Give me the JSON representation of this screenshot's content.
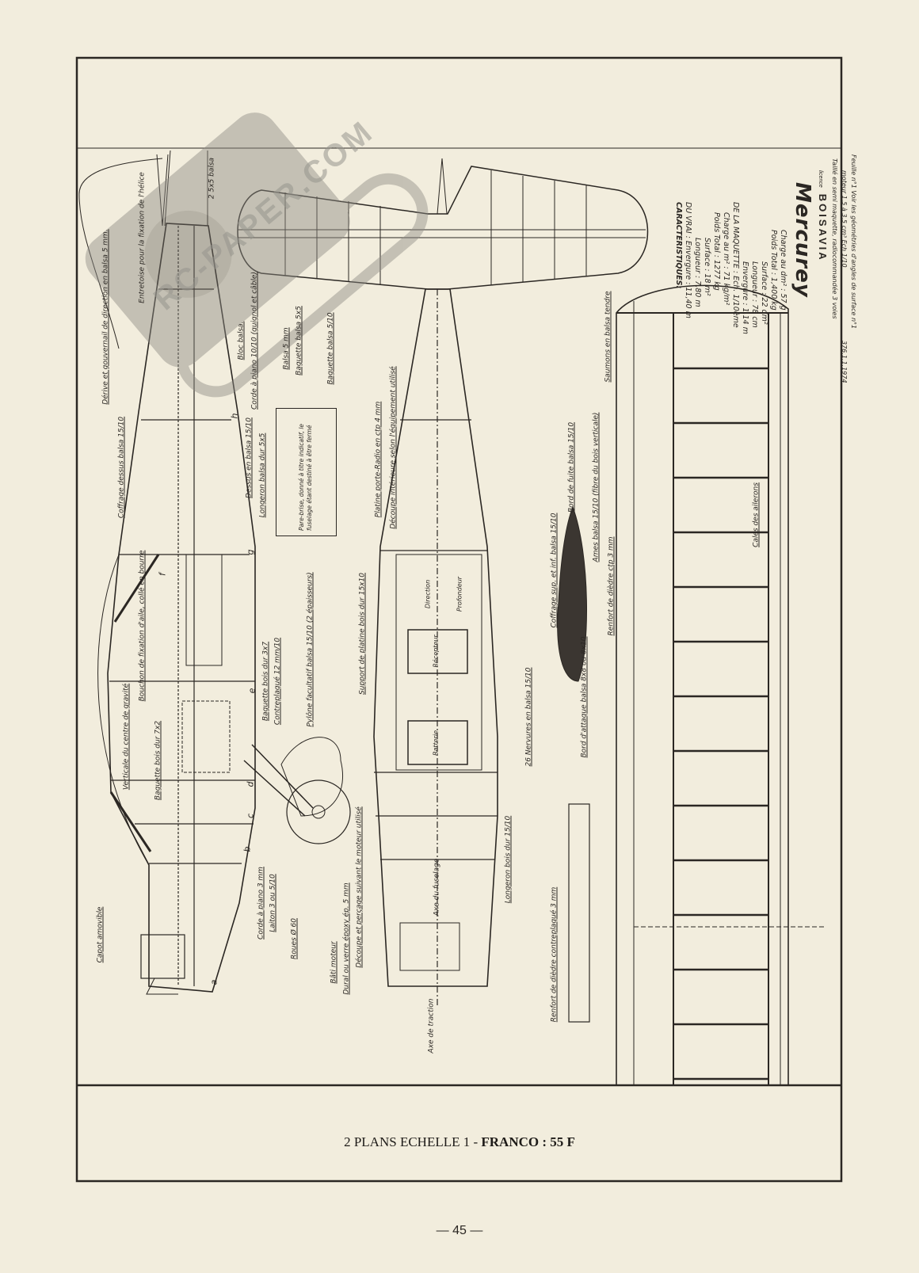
{
  "caption": {
    "prefix": "2 PLANS ECHELLE 1 - ",
    "bold": "FRANCO : 55 F"
  },
  "page_number": "— 45 —",
  "watermark": "RC-PAPER.COM",
  "title_block": {
    "heading": "CARACTERISTIQUES:",
    "lines": [
      "DU VRAI : Envergure : 11,40 m",
      "Longueur : 7,80 m",
      "Surface : 18 m²",
      "Poids Total : 1277 kg",
      "Charge au m² : 71 kg/m²",
      "DE LA MAQUETTE : Ech. 1/10ème",
      "Envergure : 1,14 m",
      "Longueur : 78 cm",
      "Surface : 22 dm²",
      "Poids Total : 1,400 kg",
      "Charge au dm² : 57 g"
    ],
    "name": "Mercurey",
    "licence_label": "licence",
    "licence": "BOISAVIA",
    "notes": [
      "Taillé en semi maquette, radiocommandée 3 voies",
      "moteur 1,5 à 3,5 cm³  Ech 1/10",
      "Feuille n°1  Voir les géométries d'angles de surface n°1"
    ],
    "ref": "376.1.1.1974"
  },
  "annotations": [
    "Dérive et gouvernail de direction en balsa 5 mm.",
    "Entretoise pour la fixation de l'hélice",
    "2  5x5 balsa",
    "Bloc balsa.",
    "Corde à piano 10/10 (guignol et câble)",
    "Balsa 5 mm",
    "Baguette balsa 5x5",
    "Baguette balsa 5/10",
    "Coffrage dessus balsa 15/10",
    "Dessus en balsa 15/10",
    "Longeron balsa dur 5x5",
    "Pare-brise, donné à titre indicatif, le fuselage étant destiné à être fermé",
    "Platine porte-Radio en ctp 4 mm",
    "Découpe intérieure selon l'équipement utilisé",
    "Saumons en balsa tendre",
    "Cales des ailerons",
    "Bord de fuite balsa 15/10",
    "Ames balsa 15/10 (fibre du bois verticale)",
    "Coffrage sup. et inf. balsa 15/10",
    "Renfort de dièdre ctp 3 mm",
    "26 Nervures en balsa 15/10",
    "Bord d'attaque balsa 8x8 ou 8x10",
    "Support de platine bois dur 15x10",
    "Bouchon de fixation d'aile, collé en bourre",
    "Verticale du centre de gravité",
    "Baguette bois dur 7x2",
    "Baguette bois dur 3x7",
    "Contreplaqué 12 mm/10",
    "Pylône facultatif balsa 15/10 (2 épaisseurs)",
    "Corde à piano 3 mm",
    "Laiton 3 ou 5/10",
    "Roues Ø 60",
    "Capot amovible",
    "Bâti moteur",
    "Dural ou verre époxy ép. 5 mm",
    "Découpe et perçage suivant le moteur utilisé",
    "Axe du fuselage",
    "Longeron bois dur 15/10",
    "Axe de traction",
    "Renfort de dièdre contreplaqué 3 mm"
  ],
  "section_letters": [
    "a",
    "b",
    "c",
    "d",
    "e",
    "f",
    "g",
    "h"
  ],
  "equipment_labels": [
    "Direction",
    "Profondeur",
    "Récepteur",
    "Batterie"
  ]
}
